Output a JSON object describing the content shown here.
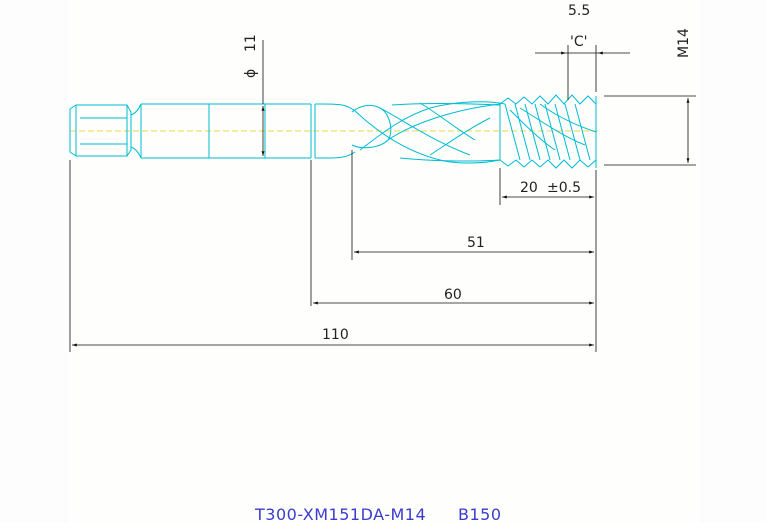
{
  "drawing": {
    "dims": {
      "overall_length": "110",
      "shank_length": "60",
      "flute_length": "51",
      "thread_length": "20",
      "thread_tol": "±0.5",
      "chamfer_value": "5.5",
      "chamfer_label": "'C'",
      "shank_dia_symbol": "ϕ",
      "shank_dia": "11",
      "thread_size": "M14"
    },
    "part_number": "T300-XM151DA-M14",
    "grade": "B150"
  },
  "colors": {
    "tool_outline": "#00bcd4",
    "centerline": "#e8d84a",
    "dimension": "#111111",
    "title": "#3b3bd0"
  }
}
